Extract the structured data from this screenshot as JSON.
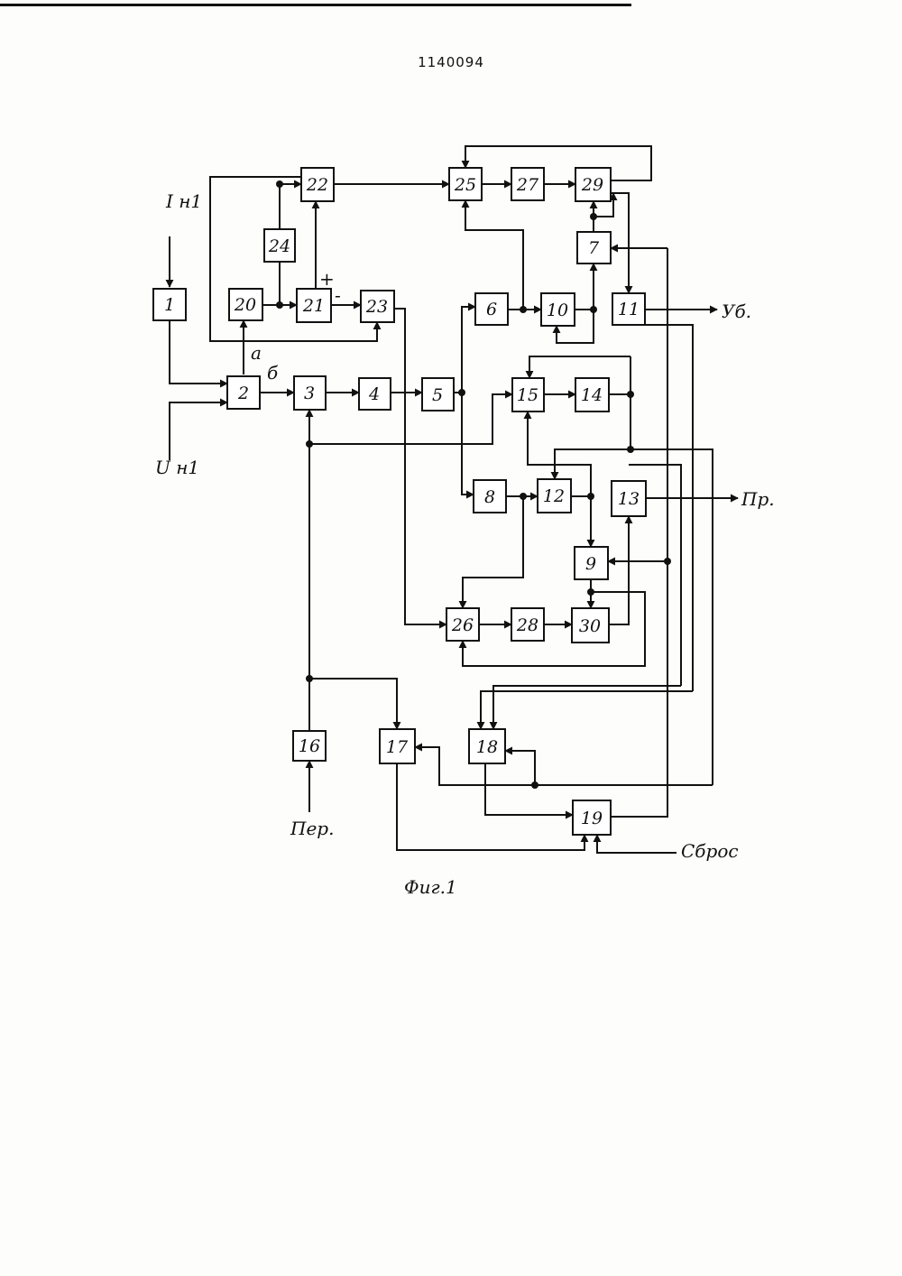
{
  "document": {
    "number": "1140094",
    "caption": "Фиг.1"
  },
  "diagram": {
    "blocks": [
      "1",
      "2",
      "3",
      "4",
      "5",
      "6",
      "7",
      "8",
      "9",
      "10",
      "11",
      "12",
      "13",
      "14",
      "15",
      "16",
      "17",
      "18",
      "19",
      "20",
      "21",
      "22",
      "23",
      "24",
      "25",
      "26",
      "27",
      "28",
      "29",
      "30"
    ],
    "signals": {
      "input_current": "I н1",
      "input_voltage": "U н1",
      "output_ub": "Уб.",
      "output_pr": "Пр.",
      "input_per": "Пер.",
      "input_reset": "Сброс",
      "tap_a": "а",
      "tap_b": "б",
      "plus": "+",
      "minus": "-"
    }
  }
}
